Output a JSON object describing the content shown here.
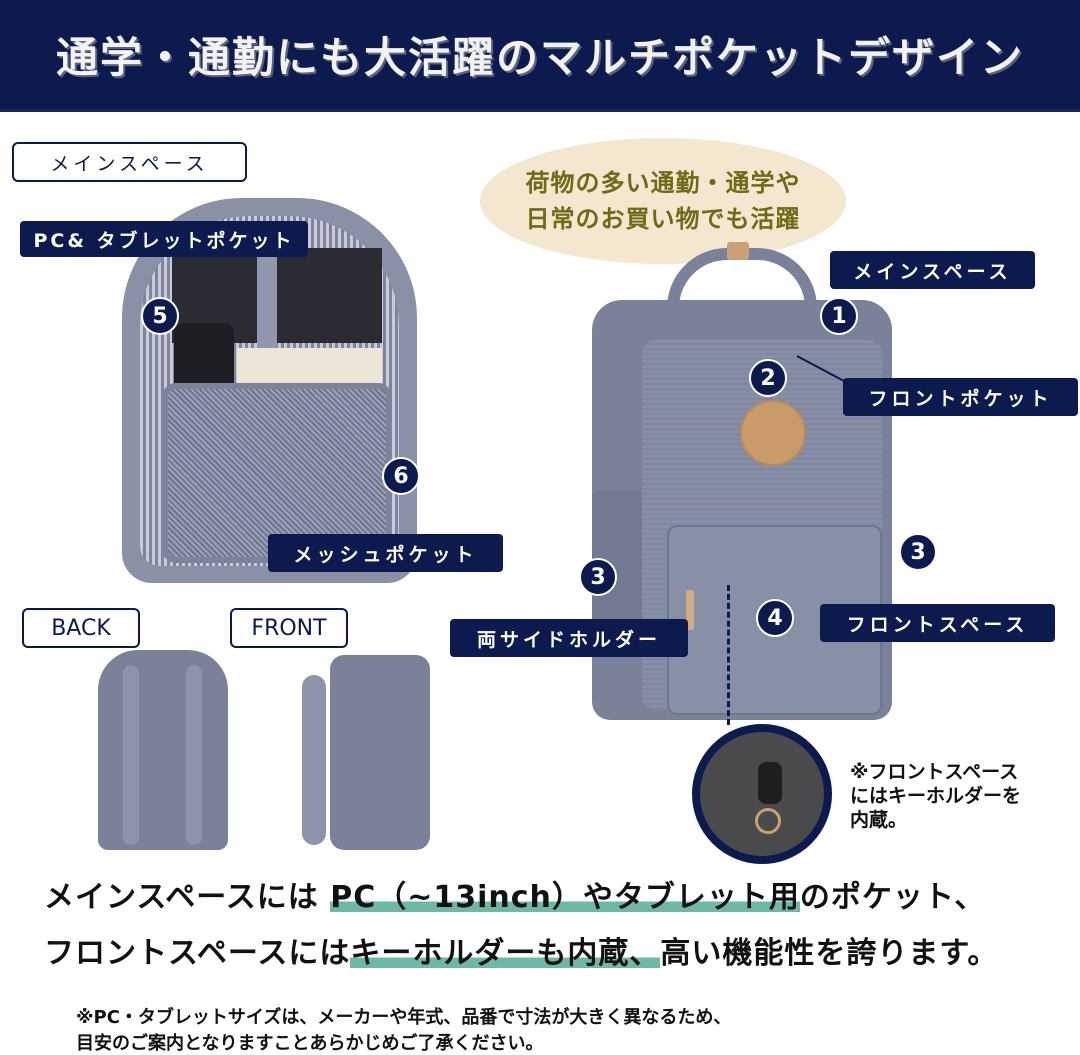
{
  "header": {
    "title": "通学・通勤にも大活躍のマルチポケットデザイン"
  },
  "left_panel": {
    "main_space_tag": "メインスペース",
    "pc_tablet_pocket_tag": "PC& タブレットポケット",
    "mesh_pocket_tag": "メッシュポケット",
    "numbers": {
      "pc_pocket": "5",
      "mesh_pocket": "6"
    }
  },
  "view_tags": {
    "back": "BACK",
    "front": "FRONT"
  },
  "bubble": {
    "line1": "荷物の多い通勤・通学や",
    "line2": "日常のお買い物でも活躍"
  },
  "right_panel": {
    "labels": {
      "main_space": "メインスペース",
      "front_pocket": "フロントポケット",
      "side_holders": "両サイドホルダー",
      "front_space": "フロントスペース"
    },
    "numbers": {
      "main_space": "1",
      "front_pocket": "2",
      "side_left": "3",
      "side_right": "3",
      "front_space": "4"
    }
  },
  "keyholder_callout": {
    "line1": "※フロントスペース",
    "line2": "にはキーホルダーを",
    "line3": "内蔵。"
  },
  "main_copy": {
    "line1_pre": "メインスペースには ",
    "line1_highlight": "PC（~13inch）やタブレット用",
    "line1_post": "のポケット、",
    "line2_pre": "フロントスペースには",
    "line2_highlight": "キーホルダーも内蔵、",
    "line2_post": "高い機能性を誇ります。"
  },
  "footnote": {
    "line1": "※PC・タブレットサイズは、メーカーや年式、品番で寸法が大きく異なるため、",
    "line2": "目安のご案内となりますことあらかじめご了承ください。"
  },
  "colors": {
    "navy": "#0c1a4d",
    "bubble_bg": "#f3e7cf",
    "bubble_text": "#6e6a18",
    "highlight": "#6fb8a6",
    "bag_gray": "#7b8198"
  }
}
